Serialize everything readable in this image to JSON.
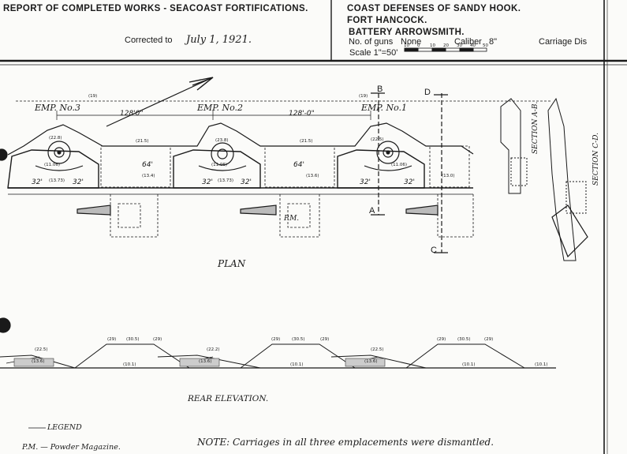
{
  "header": {
    "report_title": "REPORT OF COMPLETED WORKS - SEACOAST FORTIFICATIONS.",
    "defense": "COAST DEFENSES OF SANDY HOOK.",
    "fort": "FORT HANCOCK.",
    "battery": "BATTERY ARROWSMITH.",
    "corrected_label": "Corrected to",
    "corrected_date": "July 1, 1921.",
    "guns_label": "No. of guns",
    "guns_value": "None",
    "caliber_label": "Caliber",
    "caliber_value": "8\"",
    "carriage_label": "Carriage Dis",
    "scale_label": "Scale 1\"=50'",
    "scale_ticks": [
      "10",
      "0",
      "10",
      "20",
      "30",
      "40",
      "50"
    ]
  },
  "plan": {
    "title": "PLAN",
    "emplacements": [
      "EMP. No.3",
      "EMP. No.2",
      "EMP. No.1"
    ],
    "spacing": [
      "128'0\"",
      "128'-0\""
    ],
    "dims": [
      "32'",
      "32'",
      "64'",
      "32'",
      "32'",
      "64'",
      "32'",
      "32'"
    ],
    "elev_tags": [
      "(19)",
      "(19)",
      "(21.5)",
      "(21.5)",
      "(22.8)",
      "(22.5)",
      "(23.8)",
      "(11.06)",
      "(11.06)",
      "(11.06)",
      "(13.73)",
      "(13.73)",
      "(13.4)",
      "(13.6)",
      "(13.0)"
    ],
    "magazine": "P.M.",
    "section_markers": [
      "B",
      "A",
      "D",
      "C"
    ]
  },
  "sections": {
    "ab": "SECTION A-B.",
    "cd": "SECTION C-D."
  },
  "elevation": {
    "title": "REAR ELEVATION.",
    "tags": [
      "(29)",
      "(30.5)",
      "(29)",
      "(22.5)",
      "(13.6)",
      "(10.1)",
      "(22.2)",
      "(13.6)",
      "(10.1)",
      "(29)",
      "(30.5)",
      "(29)",
      "(22.5)",
      "(13.6)",
      "(10.1)",
      "(29)",
      "(30.5)",
      "(29)",
      "(10.1)"
    ]
  },
  "legend": {
    "title": "LEGEND",
    "entry": "P.M. — Powder Magazine."
  },
  "note": "NOTE: Carriages in all three emplacements were dismantled."
}
